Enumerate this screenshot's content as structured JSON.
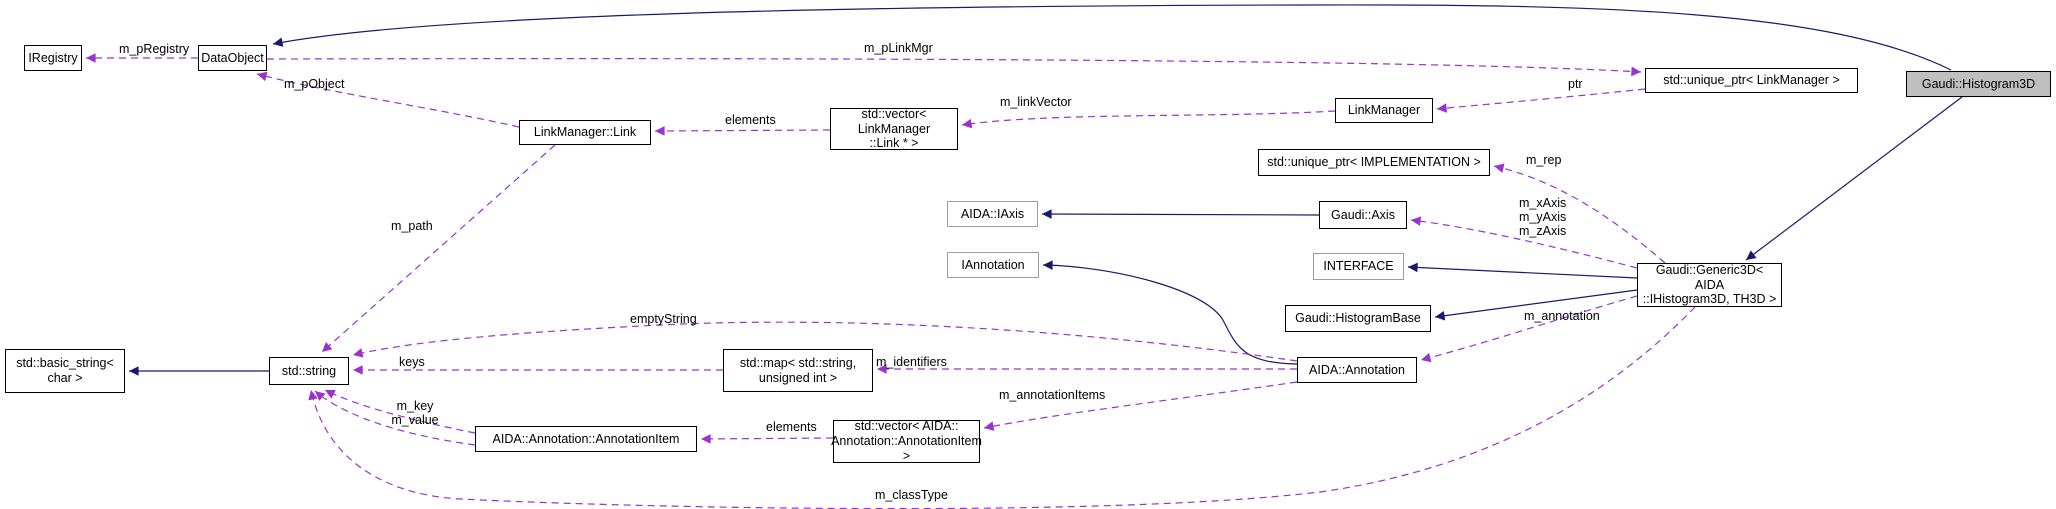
{
  "diagram": {
    "focus_node": "Gaudi::Histogram3D",
    "colors": {
      "inheritance_edge": "#191970",
      "usage_edge": "#9a32cd",
      "node_border": "#000000",
      "external_node_border": "#9d9d9d",
      "focus_node_fill": "#bfbfbf",
      "node_fill": "#ffffff"
    },
    "nodes": {
      "iregistry": {
        "label": "IRegistry"
      },
      "dataobject": {
        "label": "DataObject"
      },
      "lm_link": {
        "label": "LinkManager::Link"
      },
      "vec_link": {
        "label": "std::vector< LinkManager\n::Link * >"
      },
      "linkmanager": {
        "label": "LinkManager"
      },
      "uptr_lm": {
        "label": "std::unique_ptr< LinkManager >"
      },
      "hist3d": {
        "label": "Gaudi::Histogram3D"
      },
      "uptr_impl": {
        "label": "std::unique_ptr< IMPLEMENTATION >"
      },
      "gaudi_axis": {
        "label": "Gaudi::Axis"
      },
      "aida_iaxis": {
        "label": "AIDA::IAxis"
      },
      "iannotation": {
        "label": "IAnnotation"
      },
      "interface": {
        "label": "INTERFACE"
      },
      "histbase": {
        "label": "Gaudi::HistogramBase"
      },
      "annotation": {
        "label": "AIDA::Annotation"
      },
      "generic3d": {
        "label": "Gaudi::Generic3D< AIDA\n::IHistogram3D, TH3D >"
      },
      "basic_string": {
        "label": "std::basic_string<\nchar >"
      },
      "stdstring": {
        "label": "std::string"
      },
      "stdmap": {
        "label": "std::map< std::string,\nunsigned int >"
      },
      "annitem": {
        "label": "AIDA::Annotation::AnnotationItem"
      },
      "vec_annitem": {
        "label": "std::vector< AIDA::\nAnnotation::AnnotationItem >"
      }
    },
    "edge_labels": {
      "m_pRegistry": "m_pRegistry",
      "m_pObject": "m_pObject",
      "m_pLinkMgr": "m_pLinkMgr",
      "elements_links": "elements",
      "m_linkVector": "m_linkVector",
      "ptr": "ptr",
      "m_rep": "m_rep",
      "axes": "m_xAxis\nm_yAxis\nm_zAxis",
      "m_annotation": "m_annotation",
      "m_path": "m_path",
      "emptyString": "emptyString",
      "keys": "keys",
      "m_identifiers": "m_identifiers",
      "m_annotationItems": "m_annotationItems",
      "key_value": "m_key\nm_value",
      "elements_items": "elements",
      "m_classType": "m_classType"
    }
  }
}
